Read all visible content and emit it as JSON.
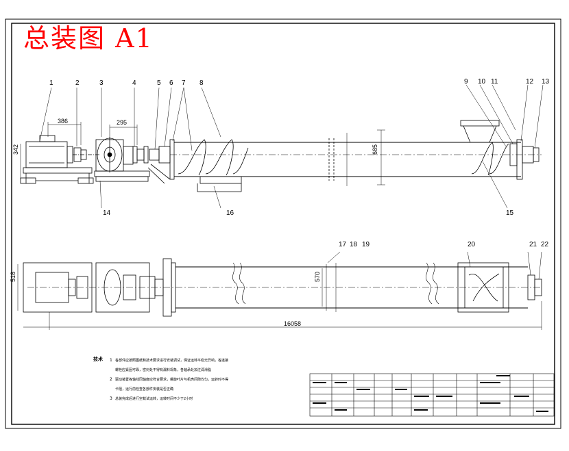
{
  "drawing": {
    "title": "总装图  A1",
    "part_numbers": [
      "1",
      "2",
      "3",
      "4",
      "5",
      "6",
      "7",
      "8",
      "9",
      "10",
      "11",
      "12",
      "13",
      "14",
      "15",
      "16",
      "17",
      "18",
      "19",
      "20",
      "21",
      "22"
    ],
    "dimensions": {
      "motor_to_coupling": "386",
      "reducer_to_coupling": "295",
      "motor_height": "342",
      "trough_height": "685",
      "plan_width_left": "518",
      "plan_width_trough": "570",
      "overall_length": "16058"
    }
  },
  "notes": {
    "heading": "技术",
    "items": [
      {
        "num": "1",
        "text": "各部件应按照图纸和技术要求进行安装调试，保证运转平稳无异响，各连接"
      },
      {
        "num": "",
        "text": "螺栓应紧固可靠，密封处不得有漏料现象，各轴承处加注润滑脂"
      },
      {
        "num": "2",
        "text": "驱动装置各轴线同轴度应符合要求，螺旋叶片与机壳间隙均匀，运转时不得"
      },
      {
        "num": "",
        "text": "卡阻，运行前检查各部件安装是否正确"
      },
      {
        "num": "3",
        "text": "总装完成后进行空载试运转，运转时间不少于2小时"
      }
    ]
  },
  "colors": {
    "title": "#ff0000",
    "line": "#000000",
    "paper": "#ffffff"
  }
}
